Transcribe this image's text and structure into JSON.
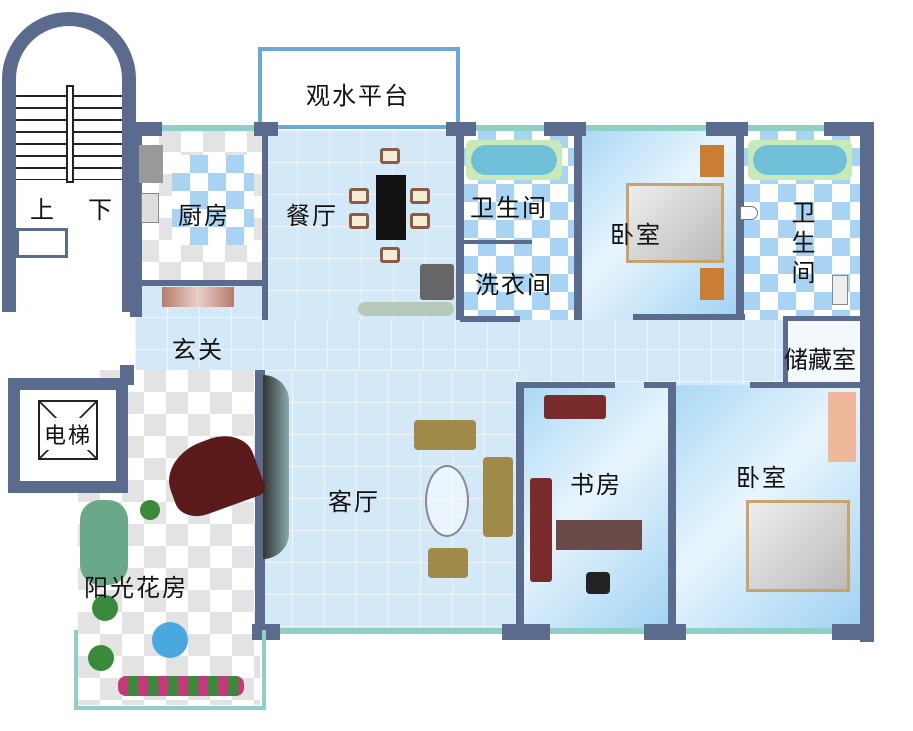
{
  "rooms": {
    "viewing_platform": "观水平台",
    "stairs_up": "上",
    "stairs_down": "下",
    "kitchen": "厨房",
    "dining": "餐厅",
    "bathroom_1": "卫生间",
    "laundry": "洗衣间",
    "bedroom_1": "卧室",
    "bathroom_2": "卫生间",
    "storage": "储藏室",
    "foyer": "玄关",
    "elevator": "电梯",
    "living": "客厅",
    "study": "书房",
    "bedroom_2": "卧室",
    "sunroom": "阳光花房"
  },
  "colors": {
    "wall": "#5b6b8e",
    "floor": "#d4e9f8",
    "tile": "#a9d3f2"
  }
}
